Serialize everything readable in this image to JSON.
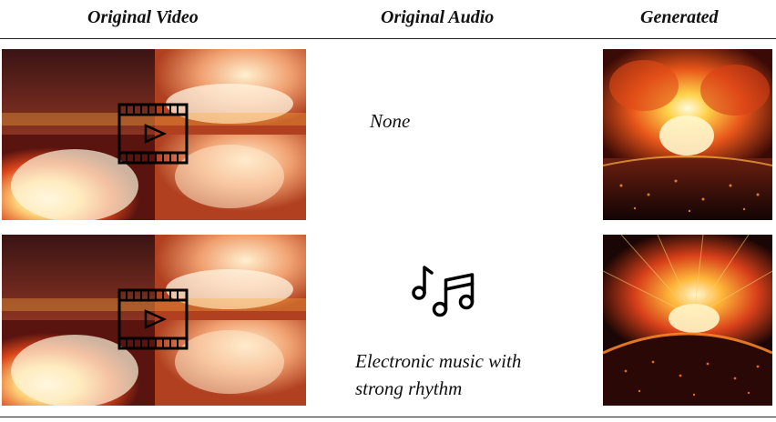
{
  "headers": {
    "video": "Original Video",
    "audio": "Original Audio",
    "generated": "Generated"
  },
  "rows": [
    {
      "audio_text_lines": [
        "None"
      ],
      "audio_icon": "none"
    },
    {
      "audio_text_lines": [
        "Electronic music with",
        "strong rhythm"
      ],
      "audio_icon": "music-notes-icon"
    }
  ]
}
